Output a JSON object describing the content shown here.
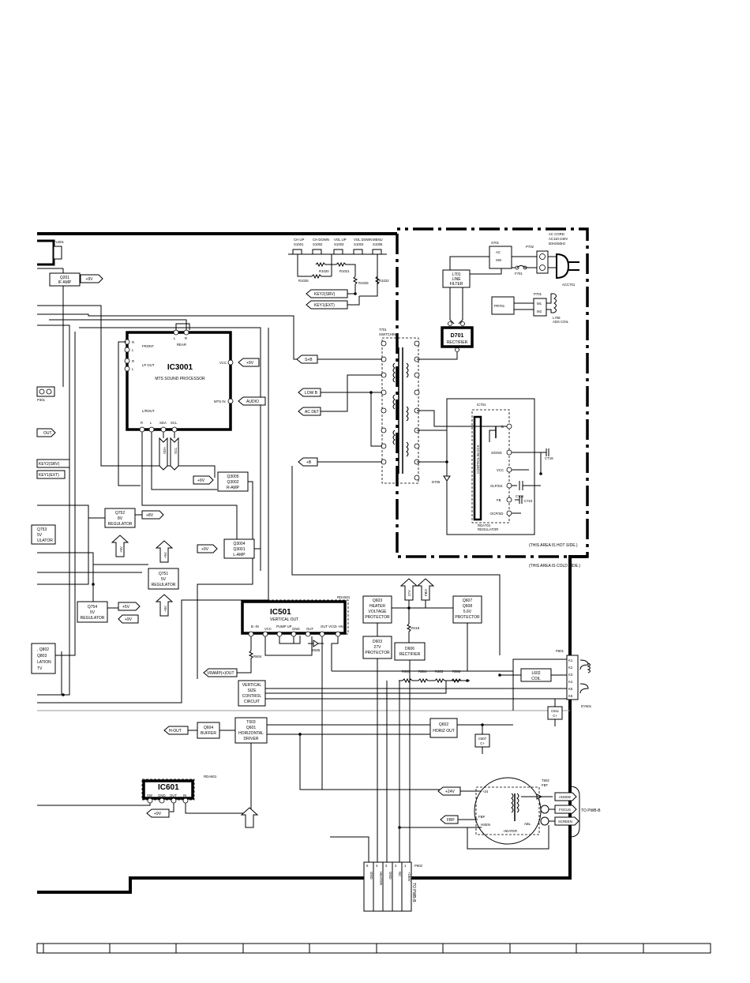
{
  "ics": {
    "ic3001": {
      "name": "IC3001",
      "desc": "MTS SOUND PROCESSOR",
      "pins": {
        "r_front": "R",
        "front": "FRONT",
        "l_front": "L",
        "r_out": "R",
        "out_label": "LP OUT",
        "l_out": "L",
        "rear": "REAR",
        "rear_l": "L",
        "rear_r": "R",
        "vcc": "VCC",
        "mts_in": "MTS IN",
        "l_rout": "L/ROUT",
        "bot_r": "R",
        "bot_l": "L",
        "sda": "SDA",
        "scl": "SCL"
      }
    },
    "ic501": {
      "name": "IC501",
      "desc": "VERTICAL OUT",
      "ref": "RDA501",
      "pins": [
        "B -IN",
        "VCC",
        "PUMP UP",
        "GND",
        "OUT",
        "OUT VCC",
        "A +IN"
      ]
    },
    "ic601": {
      "name": "IC601",
      "ref": "RDA601",
      "pins": [
        "SW",
        "GND",
        "OUT",
        "IN"
      ]
    },
    "ic701": {
      "name": "IC701",
      "ref": "RDA701",
      "desc": "REGULATOR",
      "block": "CONTROL BLOCK",
      "pins": [
        "D",
        "S/GND",
        "VCC",
        "OLP/SS",
        "FB",
        "OCP/SD"
      ]
    }
  },
  "blocks": {
    "q201": {
      "line1": "Q201",
      "line2": "IF AMP"
    },
    "d701": {
      "line1": "D701",
      "line2": "RECTIFIER"
    },
    "l701": {
      "line1": "L701",
      "line2": "LINE",
      "line3": "FILTER"
    },
    "s701": {
      "name": "S701",
      "ac": "AC",
      "sw": "SW"
    },
    "pr701": {
      "name": "PR701"
    },
    "q3005": {
      "line1": "Q3005",
      "line2": "Q3002",
      "line3": "R-AMP"
    },
    "q3004": {
      "line1": "Q3004",
      "line2": "Q3001",
      "line3": "L-AMP"
    },
    "q752": {
      "line1": "Q752",
      "line2": "8V",
      "line3": "REGULATOR"
    },
    "q751": {
      "line1": "Q751",
      "line2": "5V",
      "line3": "REGULATOR"
    },
    "q754": {
      "line1": "Q754",
      "line2": "5V",
      "line3": "REGULATOR"
    },
    "q753": {
      "line1": "Q753",
      "line2": "5V",
      "line3": "ULATOR"
    },
    "q802": {
      "line1": ", Q802",
      "line2": "Q803",
      "line3": "LATION",
      "line4": "TV"
    },
    "q603": {
      "line1": "Q603",
      "line2": "HEATER",
      "line3": "VOLTAGE",
      "line4": "PROTECTOR"
    },
    "d603": {
      "line1": "D603",
      "line2": "27V",
      "line3": "PROTECTOR"
    },
    "d606": {
      "line1": "D606",
      "line2": "RECTIFIER"
    },
    "q607": {
      "line1": "Q607",
      "line2": "Q608",
      "line3": "5.6V",
      "line4": "PROTECTOR"
    },
    "vsize": {
      "line1": "VERTICAL",
      "line2": "SIZE",
      "line3": "CONTROL",
      "line4": "CIRCUIT"
    },
    "q604": {
      "line1": "Q604",
      "line2": "BUFFER"
    },
    "t603": {
      "line1": "T603",
      "line2": "Q601",
      "line3": "HORIZONTAL",
      "line4": "DRIVER"
    },
    "q602": {
      "line1": "Q602",
      "line2": "HORIZ OUT"
    },
    "l602": {
      "line1": "L602",
      "line2": "COIL"
    },
    "c611": {
      "line1": "C611",
      "line2": "C+"
    },
    "c607": {
      "line1": "C607",
      "line2": "C+"
    }
  },
  "switches": {
    "labels": [
      "CH UP",
      "CH DOWN",
      "VOL UP",
      "VOL DOWN",
      "MENU"
    ],
    "refs": [
      "S1001",
      "S1002",
      "S1003",
      "S1004",
      "S1005"
    ],
    "resistors": [
      "R1026",
      "R1020",
      "R1021",
      "R1022",
      "R1025"
    ]
  },
  "arrows": {
    "key2": "KEY2(SRV)",
    "key1": "KEY1(EXT)",
    "key2_left": "KEY2(SRV)",
    "key1_left": "KEY1(EXT)",
    "plus9v_q201": "+9V",
    "plus9v_ic": "+9V",
    "audio": "AUDIO",
    "b_plus_sw": "S+B",
    "low_b": "LOW B",
    "ac_det": "AC DET",
    "b_plus": "+B",
    "out_left": "OUT",
    "plus9v_q3005": "+9V",
    "plus8v": "+8V",
    "plus9v_q3004": "+9V",
    "plus5v": "+5V",
    "plus9v_q754": "+9V",
    "plus9v_ic601": "+9V",
    "vramp": "VRAMP(+)OUT",
    "h_out": "H-OUT",
    "plus24v": "+24V",
    "fbp": "FBP",
    "v27": "27V",
    "fbo": "FBO",
    "sda": "SDA",
    "scl": "SCL",
    "plus8v_up": "+8V",
    "plus5v_up": "+5V",
    "plus9v_up": "+9V"
  },
  "power": {
    "cord": "AC CORD",
    "cord_spec": "AC110-240V",
    "cord_freq": "50Hz/60Hz",
    "acc701": "ACC701",
    "p702": "P702",
    "f701": "F701",
    "p701": "P701",
    "m1": "M1",
    "m2": "M2",
    "l708": "L708",
    "l708_desc": "ADS COIL",
    "t701": "T701",
    "t701_desc": "SWITCHING",
    "d705": "D705",
    "c706": "C706",
    "c710": "C710",
    "ct19": "CT19"
  },
  "crt": {
    "p601": "P601",
    "k1": "K1",
    "k2": "K2",
    "k3": "K3",
    "k4": "K4",
    "k5": "K5",
    "k6": "K6",
    "dy601": "DY601",
    "t602": "T602",
    "fbt": "FBT",
    "anode": "ANODE",
    "focus": "FOCUS",
    "screen": "SCREEN",
    "to_pwb": "TO PWB-B",
    "heater": "HEATER",
    "abl": "ABL",
    "plus24": "+24",
    "fbp_pin": "FBP",
    "hsen": "HSEN",
    "r218": "R218",
    "r605": "R605",
    "r604": "R604",
    "r603": "R603",
    "r606": "R606",
    "r604b": "R604"
  },
  "connectors": {
    "p602": "P602",
    "to_pwb": "TO PWB-B",
    "pins": [
      "GND",
      "HEATER",
      "GND",
      "NC",
      "+180V"
    ],
    "nums": [
      "5",
      "4",
      "3",
      "2",
      "1"
    ],
    "p301": "P301",
    "tu201": "TU201"
  },
  "notes": {
    "hot": "(THIS AREA IS HOT SIDE.)",
    "cold": "(THIS AREA IS COLD SIDE.)"
  }
}
